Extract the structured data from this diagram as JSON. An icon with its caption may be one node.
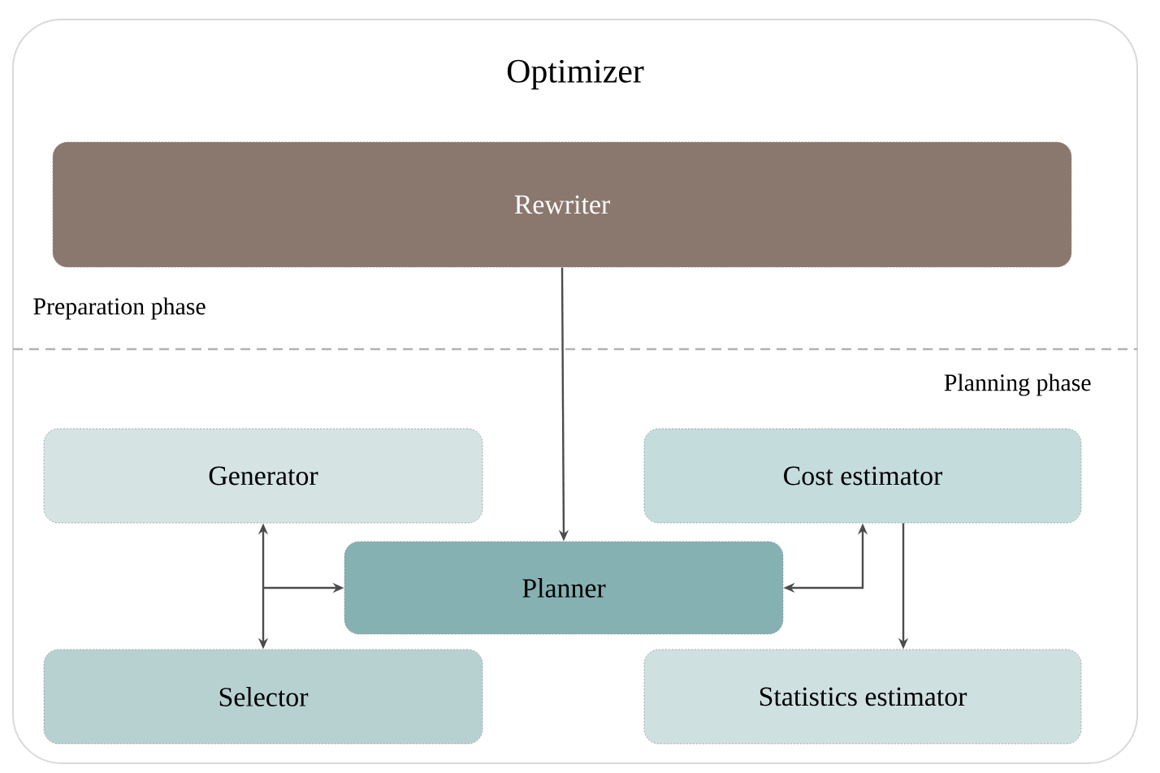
{
  "diagram": {
    "nodes": [
      {
        "text": [
          "Optimizer"
        ]
      },
      {
        "text": [
          "Rewriter"
        ],
        "in": 0
      },
      {
        "text": [
          "Generator"
        ],
        "in": 0
      },
      {
        "text": [
          "Cost estimator"
        ],
        "in": 0
      },
      {
        "text": [
          "Planner"
        ],
        "in": 0
      },
      {
        "text": [
          "Selector"
        ],
        "in": 0
      },
      {
        "text": [
          "Statistics estimator"
        ],
        "in": 0
      }
    ],
    "edges": [
      {
        "from": 1,
        "to": 4,
        "arrow": "to"
      },
      {
        "from": 2,
        "to": 4,
        "arrow": "both"
      },
      {
        "from": 5,
        "to": 4,
        "arrow": "both"
      },
      {
        "from": 3,
        "to": 4,
        "arrow": "both"
      },
      {
        "from": 3,
        "to": 6,
        "arrow": "to"
      }
    ],
    "labels": [
      "Preparation phase",
      "Planning phase"
    ]
  }
}
